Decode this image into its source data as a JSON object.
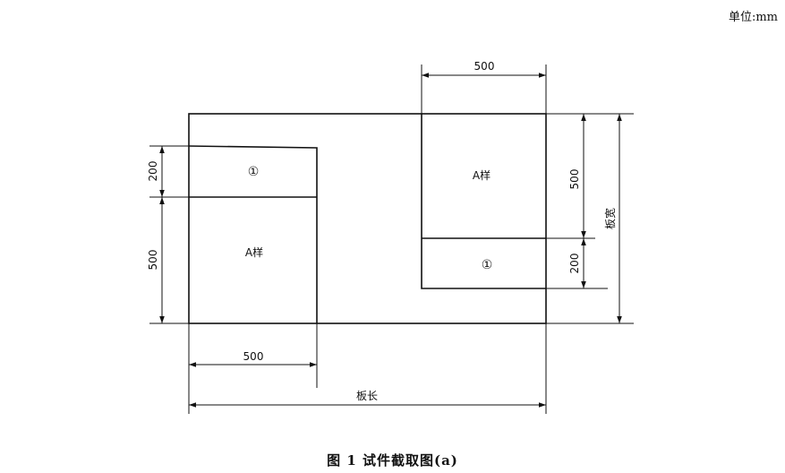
{
  "unit_label": "单位:mm",
  "caption": "图 1   试件截取图(a)",
  "labels": {
    "left_height_200": "200",
    "left_height_500": "500",
    "left_width_500": "500",
    "board_length": "板长",
    "right_width_500": "500",
    "right_height_500": "500",
    "right_height_200": "200",
    "board_width": "板宽",
    "left_sample": "A样",
    "right_sample": "A样",
    "left_strip": "①",
    "right_strip": "①"
  }
}
